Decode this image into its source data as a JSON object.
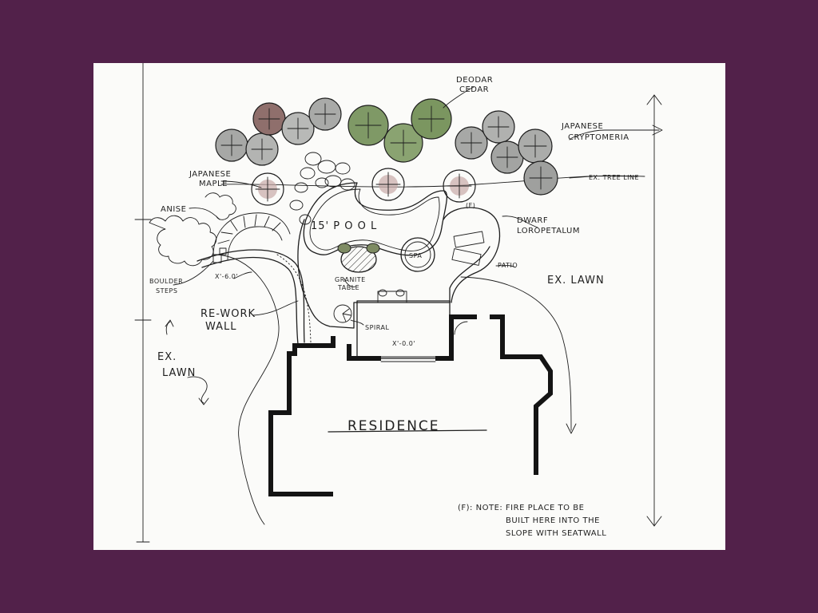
{
  "colors": {
    "frame": "#52214a",
    "paper": "#fbfbf9",
    "ink": "#1e1e1e",
    "tree_grey": "#a7a8a6",
    "tree_green": "#7f9966",
    "tree_maroon": "#8f6f6c"
  },
  "labels": {
    "deodar_cedar": [
      "DEODAR",
      "CEDAR"
    ],
    "japanese_cryptomeria": [
      "JAPANESE",
      "CRYPTOMERIA"
    ],
    "ex_tree_line": "EX. TREE LINE",
    "japanese_maple": [
      "JAPANESE",
      "MAPLE"
    ],
    "anise": "ANISE",
    "fireplace_marker": "(F)",
    "dwarf_loropetalum": [
      "DWARF",
      "LOROPETALUM"
    ],
    "pool": "15' P O O L",
    "spa": "SPA",
    "patio": "PATIO",
    "ex_lawn_right": "EX. LAWN",
    "boulder_steps": [
      "BOULDER",
      "STEPS"
    ],
    "x_dim_left": "X'-6.0'",
    "granite_table": [
      "GRANITE",
      "TABLE"
    ],
    "rework_wall": [
      "RE-WORK",
      "WALL"
    ],
    "spiral": "SPIRAL",
    "x_dim_terrace": "X'-0.0'",
    "ex_lawn_left": [
      "EX.",
      "LAWN"
    ],
    "residence": "RESIDENCE",
    "note": [
      "(F): NOTE: FIRE PLACE TO BE",
      "BUILT HERE INTO THE",
      "SLOPE WITH SEATWALL"
    ]
  }
}
